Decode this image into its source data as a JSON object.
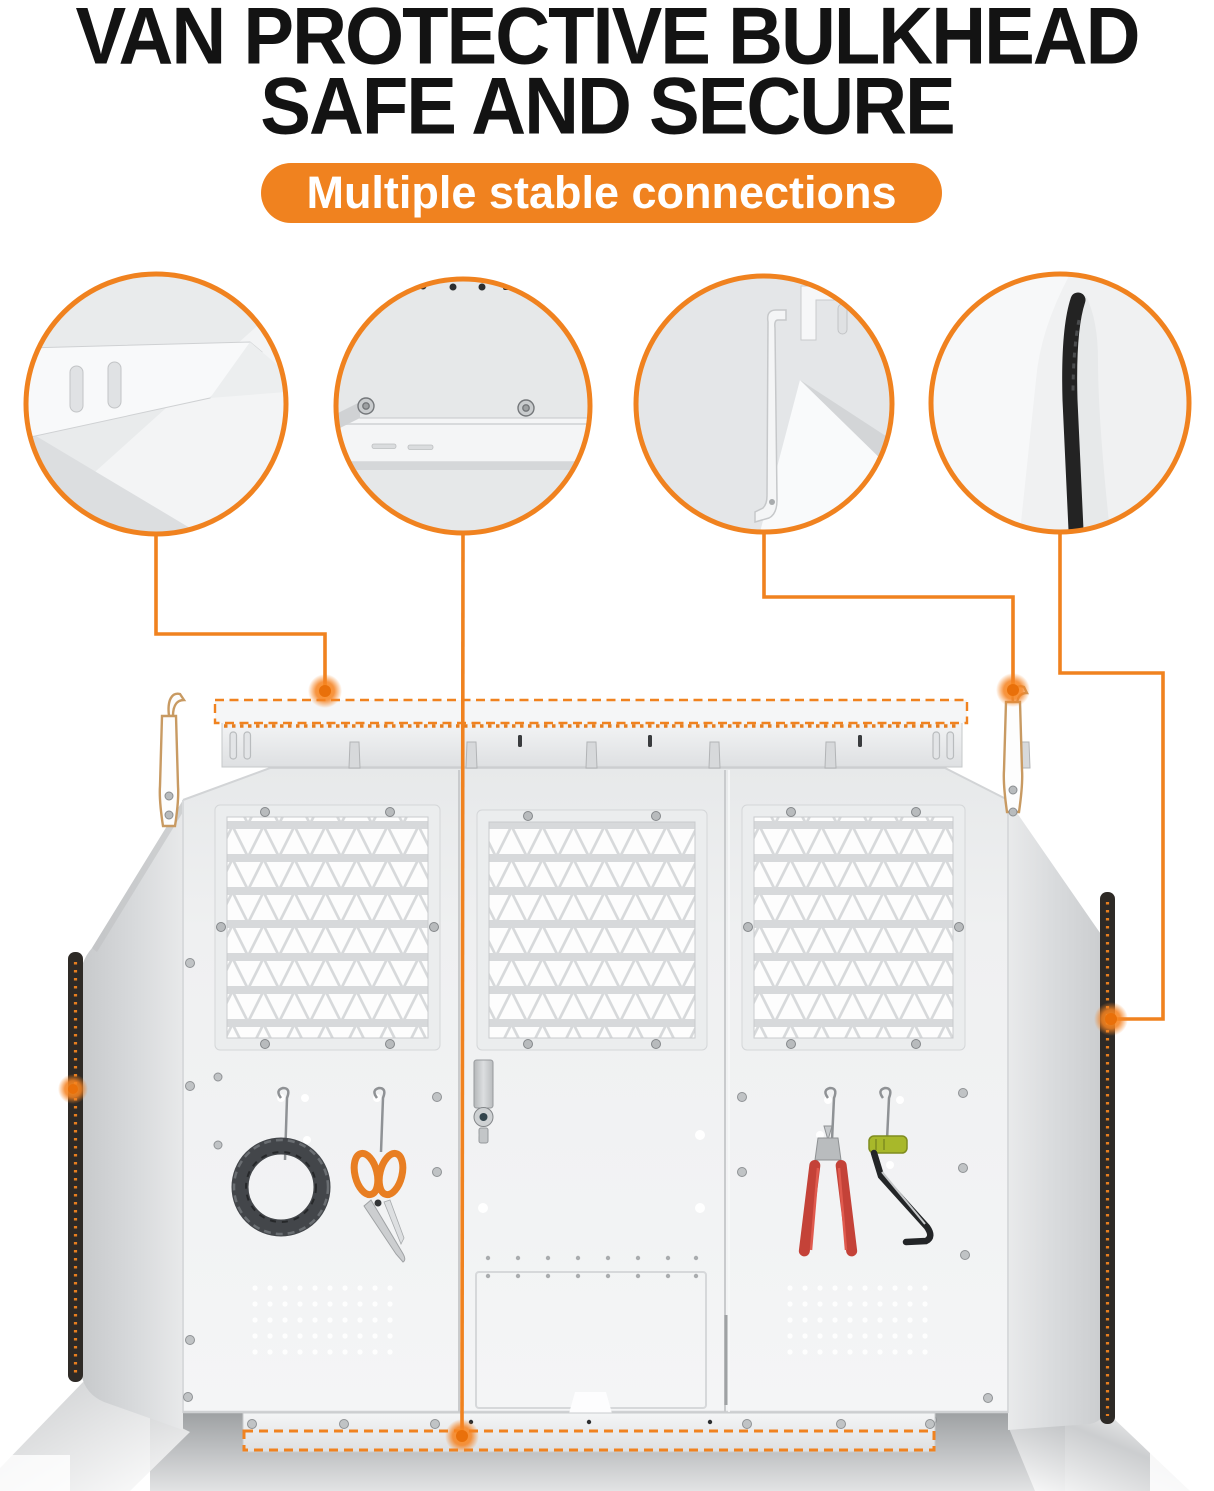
{
  "header": {
    "title_line1": "VAN PROTECTIVE BULKHEAD",
    "title_line2": "SAFE AND SECURE"
  },
  "banner": {
    "label": "Multiple stable connections"
  },
  "figure": {
    "callouts": [
      {
        "name": "callout-side-bracket-slots"
      },
      {
        "name": "callout-top-rail-bolts"
      },
      {
        "name": "callout-hook-hanger-bracket"
      },
      {
        "name": "callout-rubber-edge-trim"
      }
    ],
    "product": "van-protective-bulkhead"
  },
  "colors": {
    "accent": "#F0821F",
    "accent_glow": "#FF8F1F",
    "title_color": "#131313",
    "banner_text": "#FFFFFF",
    "stitch": "#E67E1F",
    "panel": "#F2F3F4",
    "wing": "#D6D8DA",
    "mesh_lattice": "#D7D9DB",
    "edge_trim_dark": "#232323",
    "tool_red": "#C44238",
    "tool_green": "#A8B82A",
    "tool_orange": "#E87E22"
  }
}
